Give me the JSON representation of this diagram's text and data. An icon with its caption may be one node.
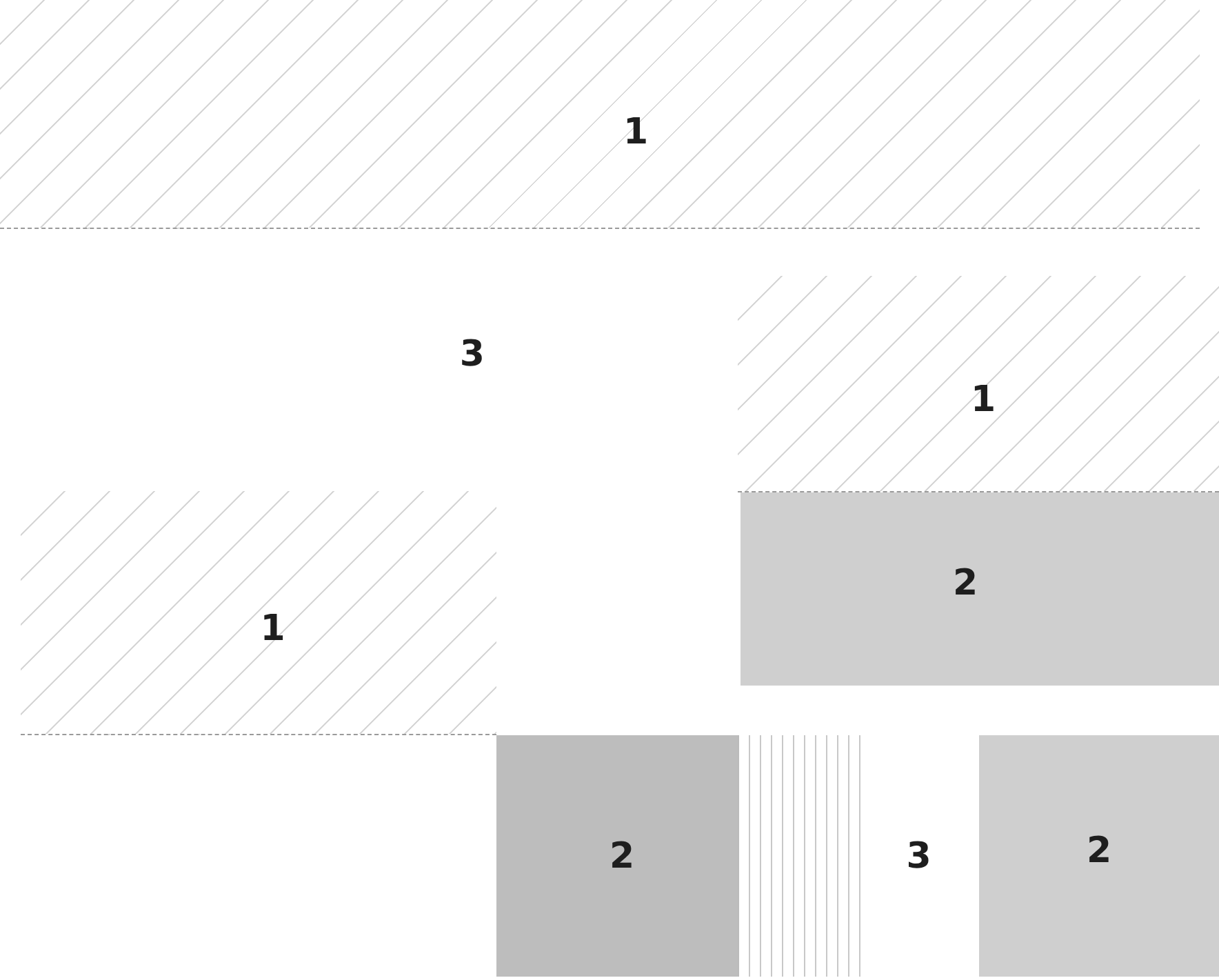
{
  "diagram": {
    "nodes": [
      {
        "text": [
          "1"
        ]
      },
      {
        "text": [
          "3"
        ]
      },
      {
        "text": [
          "1"
        ]
      },
      {
        "text": [
          "2"
        ]
      },
      {
        "text": [
          "1"
        ]
      },
      {
        "text": [
          "2"
        ]
      },
      {
        "text": [
          "3"
        ]
      },
      {
        "text": [
          "2"
        ]
      }
    ]
  }
}
